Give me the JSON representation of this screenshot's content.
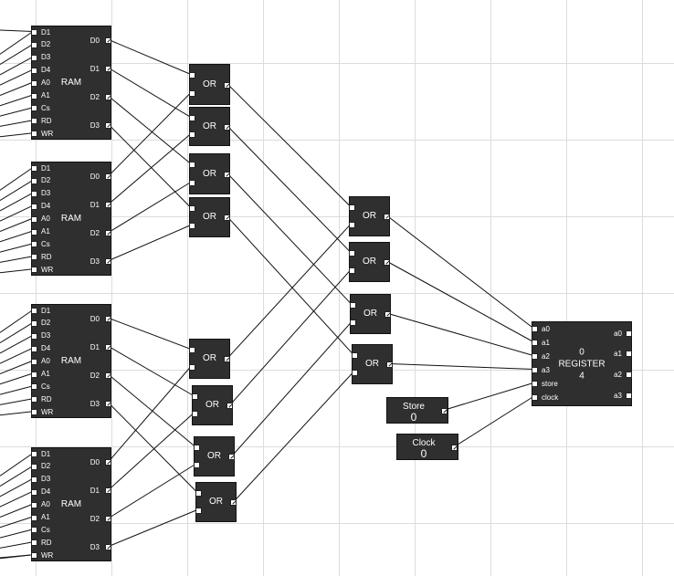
{
  "ram_label": "RAM",
  "or_label": "OR",
  "ram_inputs": [
    "D1",
    "D2",
    "D3",
    "D4",
    "A0",
    "A1",
    "Cs",
    "RD",
    "WR"
  ],
  "ram_outputs": [
    "D0",
    "D1",
    "D2",
    "D3"
  ],
  "register": {
    "value": "0",
    "name": "REGISTER",
    "size": "4",
    "inputs": [
      "a0",
      "a1",
      "a2",
      "a3",
      "store",
      "clock"
    ],
    "outputs": [
      "a0",
      "a1",
      "a2",
      "a3"
    ]
  },
  "store_input": {
    "label": "Store",
    "value": "0"
  },
  "clock_input": {
    "label": "Clock",
    "value": "0"
  },
  "colors": {
    "component": "#2f2f2f",
    "wire": "#111111",
    "grid": "#dcdcdc",
    "port": "#ffffff"
  }
}
